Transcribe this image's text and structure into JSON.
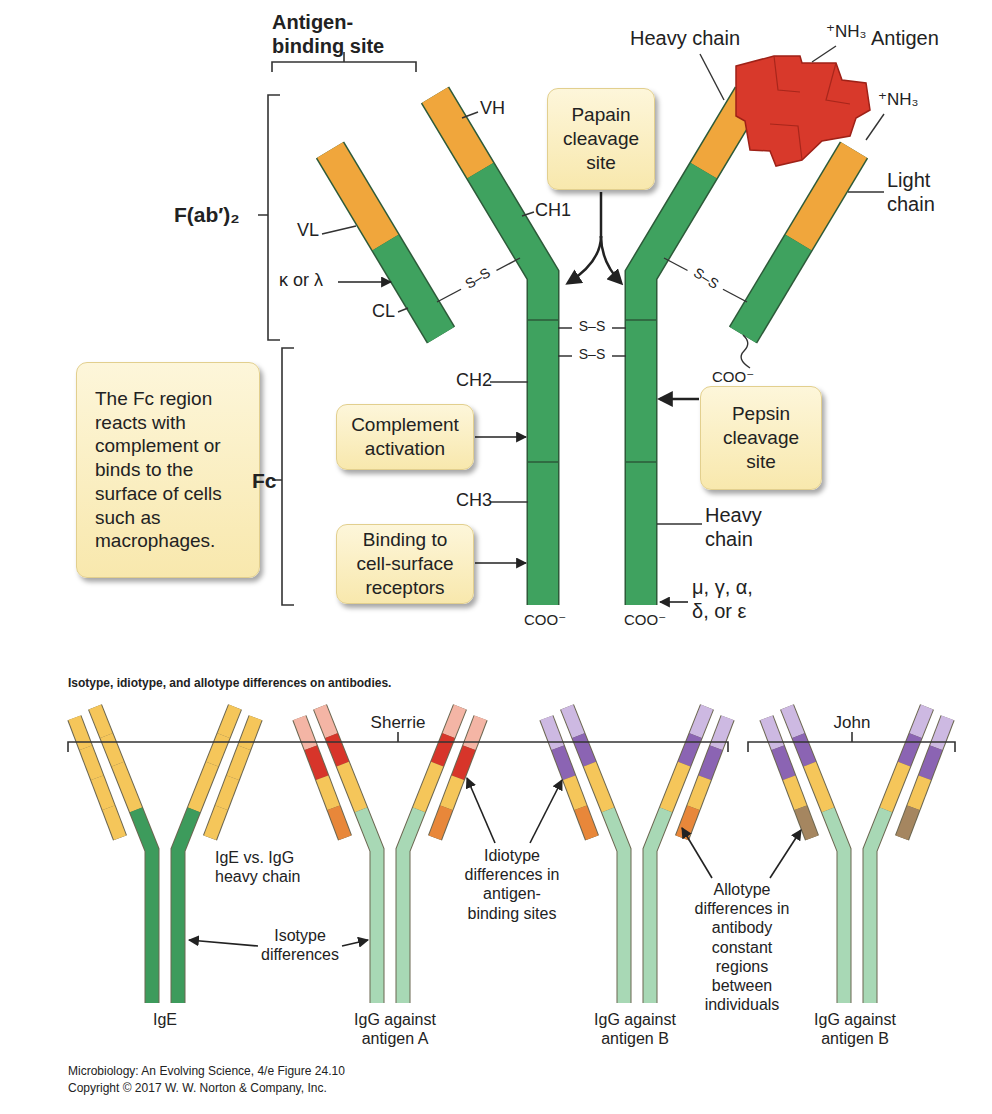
{
  "diagram": {
    "caption": "Isotype, idiotype, and allotype differences on antibodies.",
    "nodes": [
      {
        "text": [
          "Papain cleavage site"
        ]
      },
      {
        "text": [
          "The Fc region reacts with complement or binds to the surface of cells such as macrophages."
        ]
      },
      {
        "text": [
          "Complement activation"
        ]
      },
      {
        "text": [
          "Pepsin cleavage site"
        ]
      },
      {
        "text": [
          "Binding to cell-surface receptors"
        ]
      }
    ],
    "labels": [
      "Antigen-binding site",
      "F(ab′)₂",
      "VH",
      "VL",
      "κ or λ",
      "CL",
      "CH1",
      "S–S",
      "S–S",
      "S–S",
      "S–S",
      "Heavy chain",
      "⁺NH₃",
      "Antigen",
      "⁺NH₃",
      "Light chain",
      "COO⁻",
      "CH2",
      "CH3",
      "Fc",
      "Heavy chain",
      "COO⁻",
      "COO⁻",
      "μ, γ, α, δ, or ε",
      "Sherrie",
      "John",
      "IgE vs. IgG heavy chain",
      "Isotype differences",
      "Idiotype differences in antigen-binding sites",
      "Allotype differences in antibody constant regions between individuals",
      "IgE",
      "IgG against antigen A",
      "IgG against antigen B",
      "IgG against antigen B",
      "Microbiology: An Evolving Science, 4/e Figure 24.10",
      "Copyright © 2017 W. W. Norton & Company, Inc."
    ]
  }
}
